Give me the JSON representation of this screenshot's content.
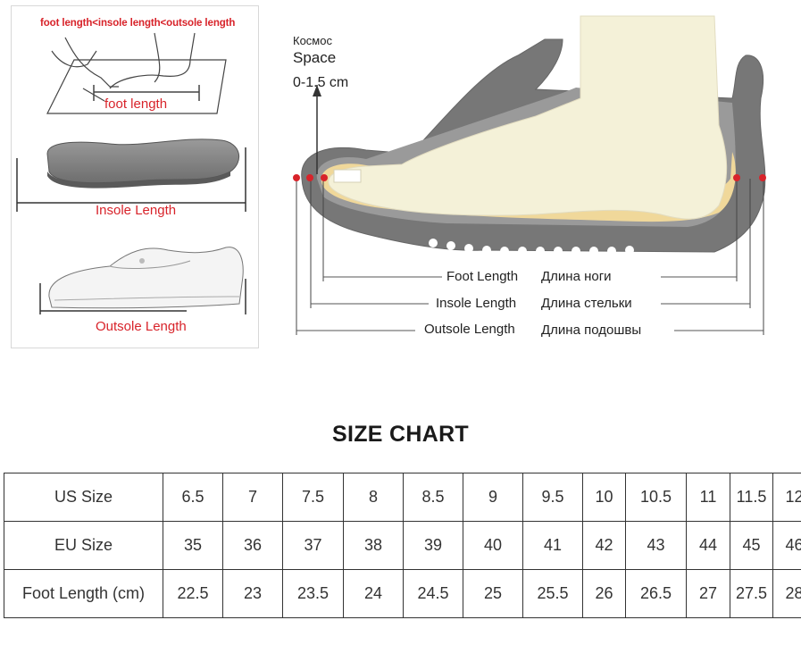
{
  "left_panel": {
    "rule": "foot length<insole length<outsole length",
    "foot_label": "foot length",
    "insole_label": "Insole Length",
    "outsole_label": "Outsole Length"
  },
  "diagram": {
    "space_ru": "Космос",
    "space_en": "Space",
    "space_range": "0-1.5 cm",
    "foot_en": "Foot Length",
    "foot_ru": "Длина ноги",
    "insole_en": "Insole Length",
    "insole_ru": "Длина стельки",
    "outsole_en": "Outsole Length",
    "outsole_ru": "Длина подошвы"
  },
  "size_chart": {
    "title": "SIZE CHART",
    "rows": [
      {
        "label": "US Size",
        "values": [
          "6.5",
          "7",
          "7.5",
          "8",
          "8.5",
          "9",
          "9.5",
          "10",
          "10.5",
          "11",
          "11.5",
          "12"
        ]
      },
      {
        "label": "EU Size",
        "values": [
          "35",
          "36",
          "37",
          "38",
          "39",
          "40",
          "41",
          "42",
          "43",
          "44",
          "45",
          "46"
        ]
      },
      {
        "label": "Foot Length (cm)",
        "values": [
          "22.5",
          "23",
          "23.5",
          "24",
          "24.5",
          "25",
          "25.5",
          "26",
          "26.5",
          "27",
          "27.5",
          "28"
        ]
      }
    ]
  },
  "colors": {
    "accent_red": "#d8232a",
    "sole_gray": "#757575",
    "foot_cream": "#f3f0d6",
    "insole_yellow": "#f0d89a"
  }
}
